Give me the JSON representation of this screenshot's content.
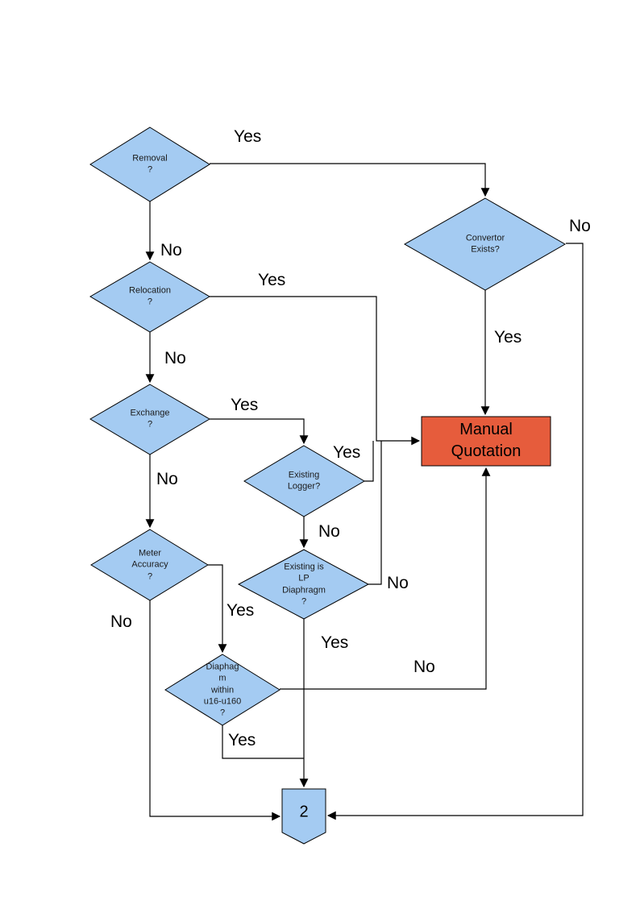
{
  "nodes": {
    "removal": "Removal\n?",
    "relocation": "Relocation\n?",
    "exchange": "Exchange\n?",
    "meter_accuracy": "Meter\nAccuracy\n?",
    "existing_logger": "Existing\nLogger?",
    "existing_lp_diaphragm": "Existing is\nLP\nDiaphragm\n?",
    "diaphragm_range": "Diaphag\nm\nwithin\nu16-u160\n?",
    "convertor_exists": "Convertor\nExists?",
    "manual_quotation": "Manual\nQuotation",
    "offpage_connector": "2"
  },
  "labels": {
    "removal_yes": "Yes",
    "removal_no": "No",
    "relocation_yes": "Yes",
    "relocation_no": "No",
    "exchange_yes": "Yes",
    "exchange_no": "No",
    "logger_yes": "Yes",
    "logger_no": "No",
    "lp_no": "No",
    "lp_yes": "Yes",
    "meter_yes": "Yes",
    "meter_no": "No",
    "diaphragm_no": "No",
    "diaphragm_yes": "Yes",
    "convertor_yes": "Yes",
    "convertor_no": "No"
  },
  "colors": {
    "node_fill": "#A4CBF2",
    "node_border": "#000000",
    "highlight_fill": "#E65C3C",
    "line": "#000000"
  }
}
